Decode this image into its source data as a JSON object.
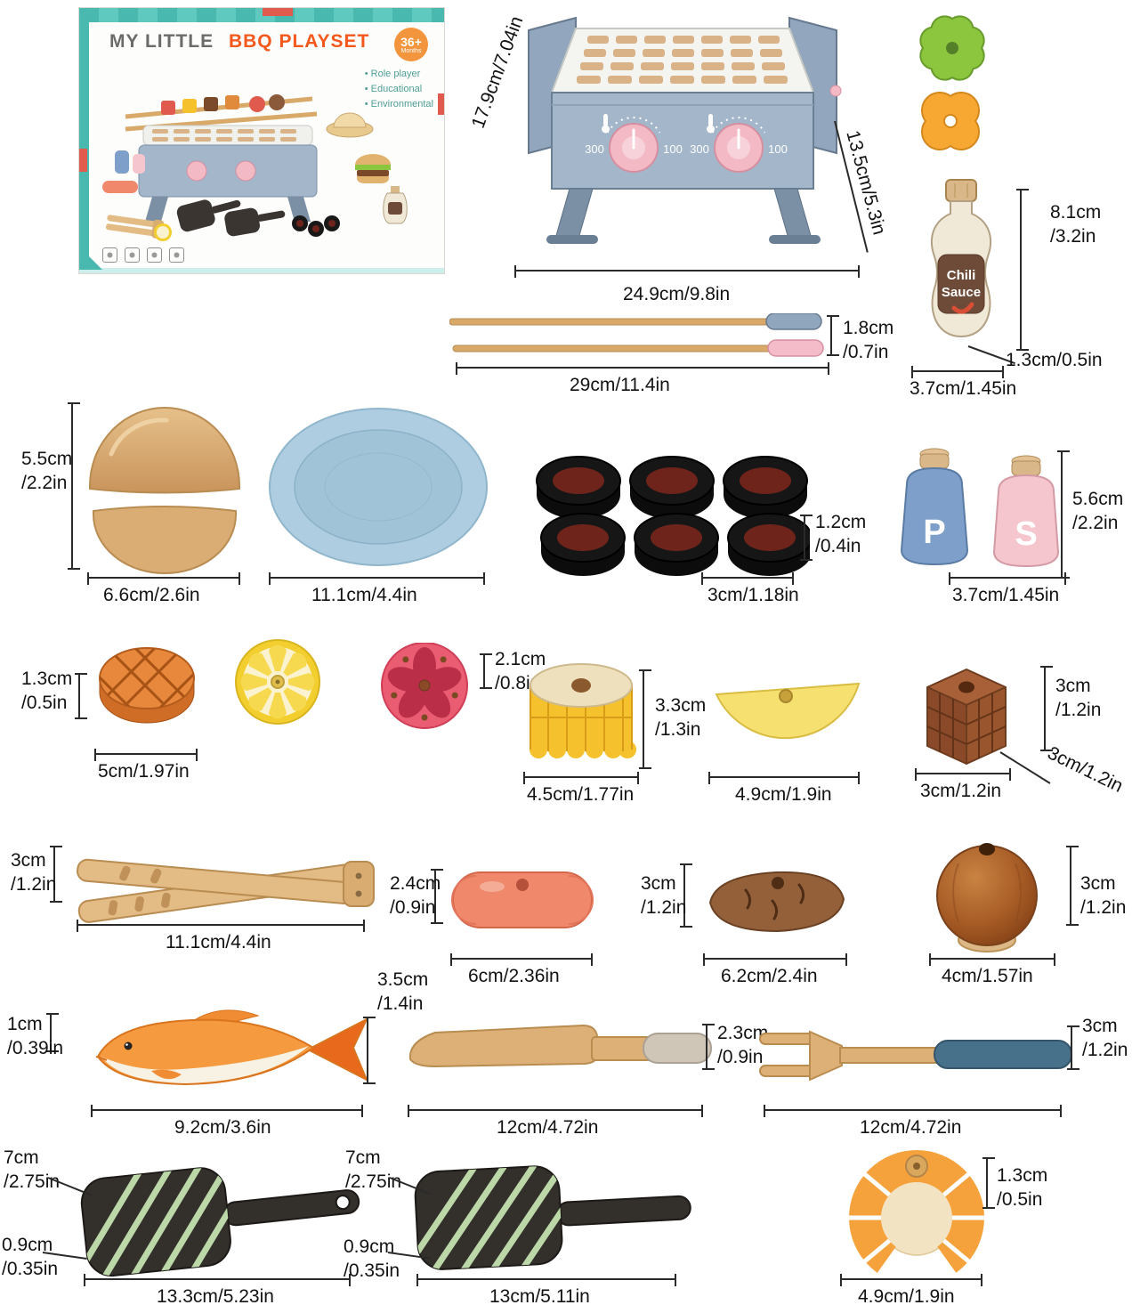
{
  "colors": {
    "teal": "#49b8ae",
    "orange": "#f4581c",
    "grill_blue": "#a3b6ca",
    "knob_pink": "#f3bac5",
    "wood": "#ddb078",
    "label_text": "#121212"
  },
  "box": {
    "brand": "MY LITTLE",
    "product": "BBQ PLAYSET",
    "age_badge": "36+",
    "age_unit": "Months",
    "features": [
      "Role player",
      "Educational",
      "Environmental"
    ],
    "cert_icons": [
      "recycle-icon",
      "age-warning-icon",
      "ce-mark-icon",
      "quality-mark-icon"
    ]
  },
  "grill": {
    "scale_left": "300",
    "scale_right": "100",
    "dims": {
      "depth": "17.9cm/7.04in",
      "height": "13.5cm/5.3in",
      "width": "24.9cm/9.8in"
    }
  },
  "sauce": {
    "label1": "Chili",
    "label2": "Sauce",
    "dims": {
      "height": "8.1cm\n/3.2in",
      "depth": "1.3cm/0.5in",
      "width": "3.7cm/1.45in"
    }
  },
  "skewers": {
    "dims": {
      "thickness": "1.8cm\n/0.7in",
      "length": "29cm/11.4in"
    }
  },
  "bun": {
    "dims": {
      "height": "5.5cm\n/2.2in",
      "width": "6.6cm/2.6in"
    }
  },
  "plate": {
    "dims": {
      "width": "11.1cm/4.4in"
    }
  },
  "charcoal": {
    "dims": {
      "height": "1.2cm\n/0.4in",
      "width": "3cm/1.18in"
    }
  },
  "shakers": {
    "pepper_letter": "P",
    "salt_letter": "S",
    "dims": {
      "height": "5.6cm\n/2.2in",
      "width": "3.7cm/1.45in"
    }
  },
  "patty": {
    "dims": {
      "height": "1.3cm\n/0.5in",
      "width": "5cm/1.97in"
    }
  },
  "slices": {
    "dims": {
      "thickness": "2.1cm\n/0.8in"
    }
  },
  "corn": {
    "dims": {
      "height": "3.3cm\n/1.3in",
      "width": "4.5cm/1.77in"
    }
  },
  "butter": {
    "dims": {
      "width": "4.9cm/1.9in"
    }
  },
  "cube": {
    "dims": {
      "height": "3cm\n/1.2in",
      "depth": "3cm/1.2in",
      "width": "3cm/1.2in"
    }
  },
  "tongs": {
    "dims": {
      "height": "3cm\n/1.2in",
      "length": "11.1cm/4.4in"
    }
  },
  "sausage": {
    "dims": {
      "height": "2.4cm\n/0.9in",
      "length": "6cm/2.36in"
    }
  },
  "potato": {
    "dims": {
      "height": "3cm\n/1.2in",
      "length": "6.2cm/2.4in"
    }
  },
  "onion": {
    "dims": {
      "height": "3cm\n/1.2in",
      "width": "4cm/1.57in"
    }
  },
  "fish": {
    "dims": {
      "thickness": "1cm\n/0.39in",
      "height": "3.5cm\n/1.4in",
      "length": "9.2cm/3.6in"
    }
  },
  "knife": {
    "dims": {
      "height": "2.3cm\n/0.9in",
      "length": "12cm/4.72in"
    }
  },
  "fork": {
    "dims": {
      "height": "3cm\n/1.2in",
      "length": "12cm/4.72in"
    }
  },
  "pan1": {
    "dims": {
      "height": "7cm\n/2.75in",
      "thickness": "0.9cm\n/0.35in",
      "length": "13.3cm/5.23in"
    }
  },
  "pan2": {
    "dims": {
      "height": "7cm\n/2.75in",
      "thickness": "0.9cm\n/0.35in",
      "length": "13cm/5.11in"
    }
  },
  "salmon": {
    "dims": {
      "height": "1.3cm\n/0.5in",
      "width": "4.9cm/1.9in"
    }
  }
}
